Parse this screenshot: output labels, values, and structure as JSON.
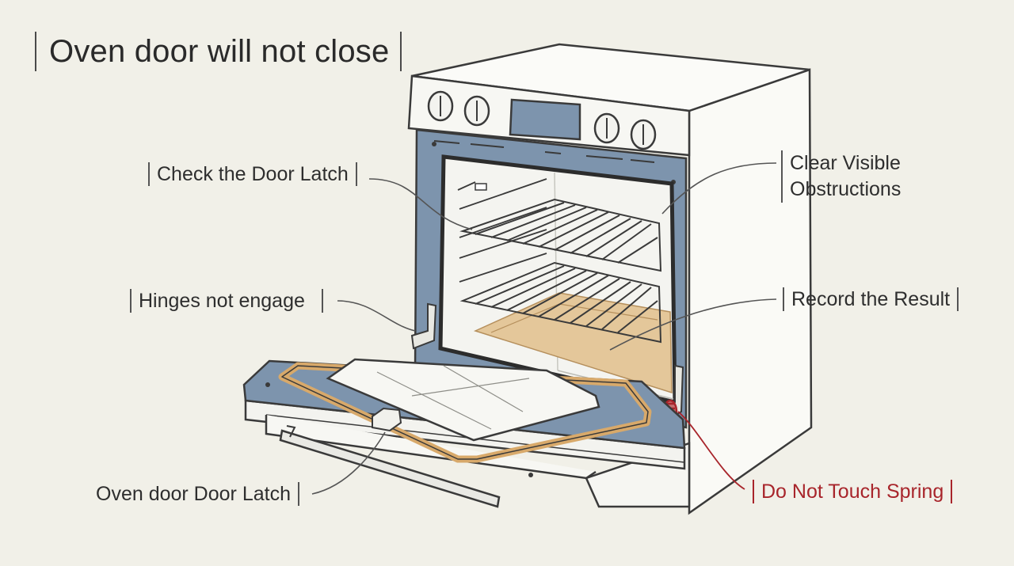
{
  "title": "Oven door will not close",
  "labels": {
    "check_latch": "Check the Door Latch",
    "hinges": "Hinges  not engage",
    "oven_door_latch": "Oven door Door Latch",
    "clear_line1": "Clear Visible",
    "clear_line2": "Obstructions",
    "record": "Record the Result",
    "spring": "Do Not Touch Spring"
  },
  "colors": {
    "background": "#f1f0e8",
    "outline": "#3a3a3a",
    "interior_blue": "#7d94ad",
    "door_gasket": "#d8a96a",
    "oven_floor": "#e4c79a",
    "warning": "#a8252b"
  }
}
